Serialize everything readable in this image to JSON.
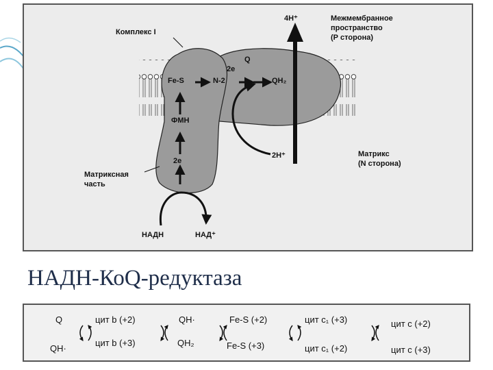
{
  "caption": "НАДН-КоQ-редуктаза",
  "figure": {
    "h4": "4H⁺",
    "intermembrane": [
      "Межмембранное",
      "пространство",
      "(Р сторона)"
    ],
    "complex": "Комплекс I",
    "fes": "Fe-S",
    "n2": "N-2",
    "two_e_top": "2e",
    "q": "Q",
    "qh2": "QH₂",
    "fmn": "ФМН",
    "two_e_low": "2e",
    "matrix_part": [
      "Матриксная",
      "часть"
    ],
    "matrix": [
      "Матрикс",
      "(N сторона)"
    ],
    "h2": "2H⁺",
    "nadh": "НАДН",
    "nad": "НАД⁺"
  },
  "redox": {
    "c1": {
      "top": "Q",
      "bottom": "QH·"
    },
    "c2": {
      "top": "цит b (+2)",
      "bottom": "цит b (+3)"
    },
    "c3": {
      "top": "QH·",
      "bottom": "QH₂"
    },
    "c4": {
      "top": "Fe-S (+2)",
      "bottom": "Fe-S (+3)"
    },
    "c5": {
      "top": "цит c₁ (+3)",
      "bottom": "цит c₁ (+2)"
    },
    "c6": {
      "top": "цит c (+2)",
      "bottom": "цит c (+3)"
    }
  }
}
